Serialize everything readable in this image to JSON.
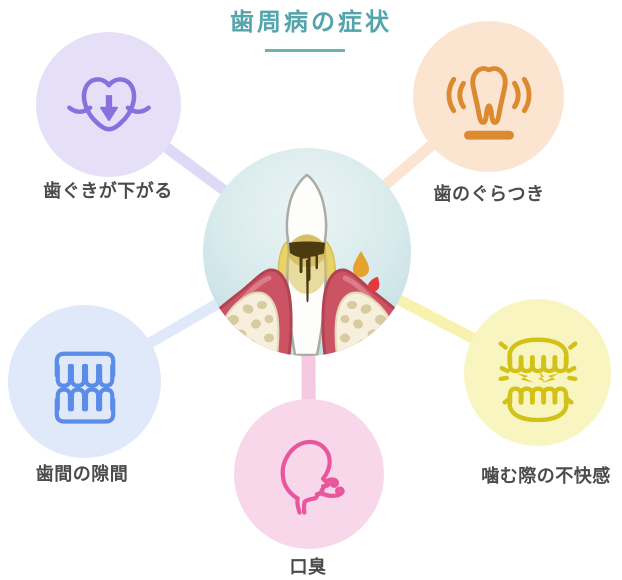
{
  "title": {
    "text": "歯周病の症状"
  },
  "center": {
    "icon": "periodontal-tooth-illustration",
    "background_gradient": [
      "#EAF4F4",
      "#BEDCE1"
    ],
    "tooth_color": "#FDFDFB",
    "tartar_color": "#4C3B11",
    "plaque_color": "#E8D269",
    "gum_color": "#CB5363",
    "bone_color": "#F6EFDB",
    "pus_drop_color": "#E5A22C",
    "blood_drop_color": "#E23A3E"
  },
  "nodes": [
    {
      "id": "gum-recession",
      "label": "歯ぐきが下がる",
      "icon": "receding-gums-icon",
      "fill": "#E5E0F8",
      "icon_color": "#8A70DE",
      "line_color": "#DFD9F7"
    },
    {
      "id": "loose-tooth",
      "label": "歯のぐらつき",
      "icon": "loose-tooth-icon",
      "fill": "#FBE5D1",
      "icon_color": "#DC8A30",
      "line_color": "#FBE5D1"
    },
    {
      "id": "tooth-gaps",
      "label": "歯間の隙間",
      "icon": "teeth-gap-icon",
      "fill": "#DFE9FA",
      "icon_color": "#5A8CE8",
      "line_color": "#DFE9FA"
    },
    {
      "id": "chewing-discomfort",
      "label": "噛む際の不快感",
      "icon": "clenched-teeth-icon",
      "fill": "#F9F5C0",
      "icon_color": "#D2C117",
      "line_color": "#F7F2AE"
    },
    {
      "id": "bad-breath",
      "label": "口臭",
      "icon": "bad-breath-icon",
      "fill": "#F8D7EA",
      "icon_color": "#E8569E",
      "line_color": "#F6C9E3"
    }
  ],
  "style": {
    "title_color": "#53A4AB",
    "underline_color": "#6FAFB8",
    "label_color": "#4B4B4B"
  }
}
